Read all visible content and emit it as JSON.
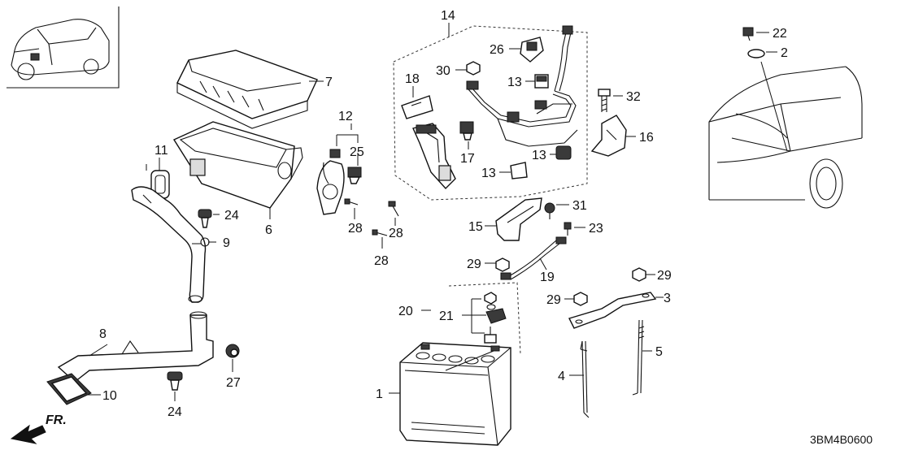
{
  "diagram_code": "3BM4B0600",
  "front_marker": "FR.",
  "callouts": {
    "c1": "1",
    "c2": "2",
    "c3": "3",
    "c4": "4",
    "c5": "5",
    "c6": "6",
    "c7": "7",
    "c8": "8",
    "c9": "9",
    "c10": "10",
    "c11": "11",
    "c12": "12",
    "c13a": "13",
    "c13b": "13",
    "c13c": "13",
    "c14": "14",
    "c15": "15",
    "c16": "16",
    "c17": "17",
    "c18": "18",
    "c19": "19",
    "c20": "20",
    "c21": "21",
    "c22": "22",
    "c23": "23",
    "c24a": "24",
    "c24b": "24",
    "c25": "25",
    "c26": "26",
    "c27": "27",
    "c28a": "28",
    "c28b": "28",
    "c28c": "28",
    "c29a": "29",
    "c29b": "29",
    "c29c": "29",
    "c30": "30",
    "c31": "31",
    "c32": "32"
  }
}
